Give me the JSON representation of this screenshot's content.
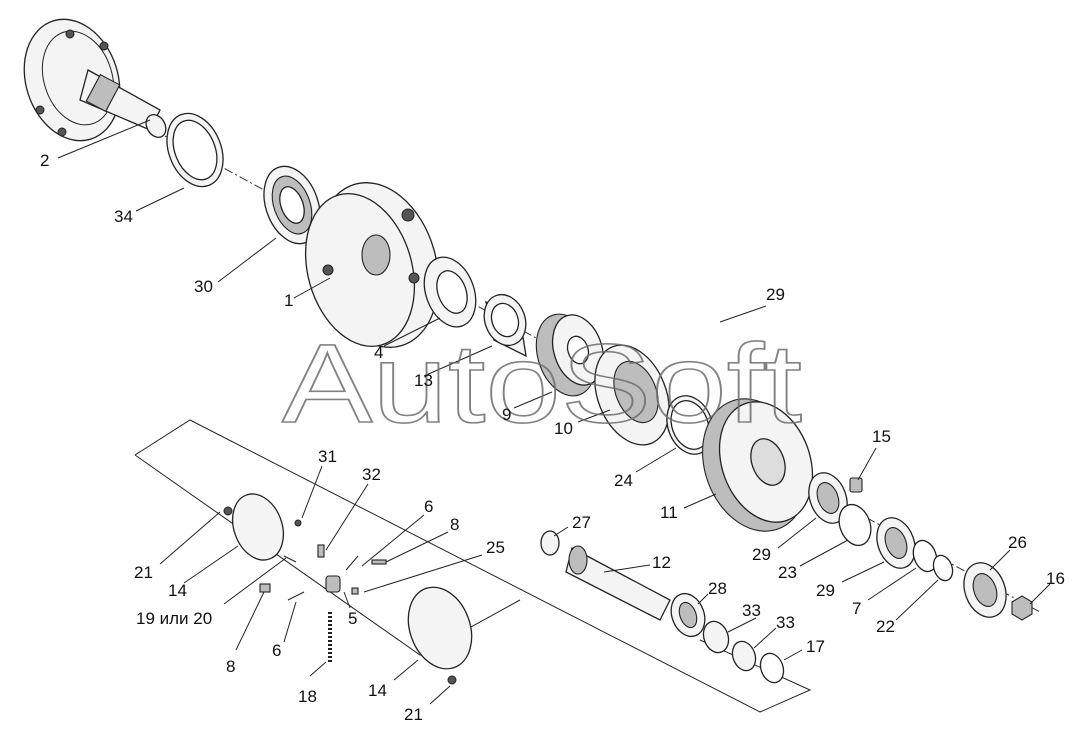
{
  "diagram": {
    "watermark": "AutoSoft",
    "part_labels": [
      {
        "id": "2",
        "text": "2"
      },
      {
        "id": "34",
        "text": "34"
      },
      {
        "id": "30",
        "text": "30"
      },
      {
        "id": "1",
        "text": "1"
      },
      {
        "id": "4",
        "text": "4"
      },
      {
        "id": "13",
        "text": "13"
      },
      {
        "id": "9",
        "text": "9"
      },
      {
        "id": "29a",
        "text": "29"
      },
      {
        "id": "10",
        "text": "10"
      },
      {
        "id": "24",
        "text": "24"
      },
      {
        "id": "15",
        "text": "15"
      },
      {
        "id": "11",
        "text": "11"
      },
      {
        "id": "29b",
        "text": "29"
      },
      {
        "id": "23",
        "text": "23"
      },
      {
        "id": "29c",
        "text": "29"
      },
      {
        "id": "26",
        "text": "26"
      },
      {
        "id": "7",
        "text": "7"
      },
      {
        "id": "22",
        "text": "22"
      },
      {
        "id": "16",
        "text": "16"
      },
      {
        "id": "27",
        "text": "27"
      },
      {
        "id": "12",
        "text": "12"
      },
      {
        "id": "28",
        "text": "28"
      },
      {
        "id": "33a",
        "text": "33"
      },
      {
        "id": "33b",
        "text": "33"
      },
      {
        "id": "17",
        "text": "17"
      },
      {
        "id": "31",
        "text": "31"
      },
      {
        "id": "32",
        "text": "32"
      },
      {
        "id": "6a",
        "text": "6"
      },
      {
        "id": "8a",
        "text": "8"
      },
      {
        "id": "25",
        "text": "25"
      },
      {
        "id": "21a",
        "text": "21"
      },
      {
        "id": "14a",
        "text": "14"
      },
      {
        "id": "19or20",
        "text": "19 или 20"
      },
      {
        "id": "5",
        "text": "5"
      },
      {
        "id": "8b",
        "text": "8"
      },
      {
        "id": "6b",
        "text": "6"
      },
      {
        "id": "18",
        "text": "18"
      },
      {
        "id": "14b",
        "text": "14"
      },
      {
        "id": "21b",
        "text": "21"
      }
    ]
  }
}
